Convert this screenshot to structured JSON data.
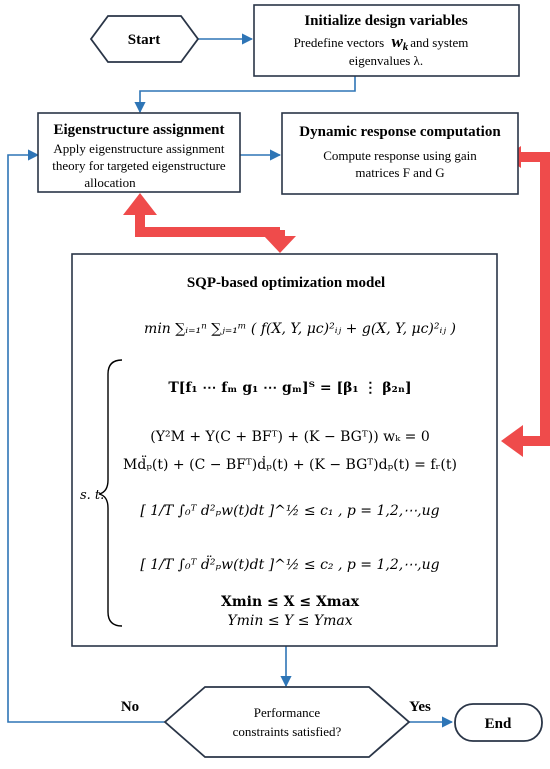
{
  "start": {
    "label": "Start"
  },
  "init": {
    "title": "Initialize design variables",
    "line1": "Predefine vectors",
    "var": "w",
    "sub": "k",
    "line1b": "and system",
    "line2": "eigenvalues λ."
  },
  "eig": {
    "title": "Eigenstructure assignment",
    "lines": [
      "Apply eigenstructure assignment",
      "theory for targeted eigenstructure",
      "allocation"
    ]
  },
  "dyn": {
    "title": "Dynamic response computation",
    "lines": [
      "Compute response using gain",
      "matrices F and G"
    ]
  },
  "sqp": {
    "title": "SQP-based optimization model",
    "objective": "min ∑ᵢ₌₁ⁿ ∑ⱼ₌₁ᵐ ( f(X, Y, μc)²ᵢⱼ + g(X, Y, μc)²ᵢⱼ )",
    "st": "s. t.",
    "c1": "T[f₁ ⋯ fₘ g₁ ⋯ gₘ]ᵀ = [β₁ ⋮ β₂ₙ]",
    "c2": "(Y²M + Y(C + BFᵀ) + (K − BGᵀ)) wₖ = 0",
    "c3": "Md̈ₚ(t) + (C − BFᵀ)ḋₚ(t) + (K − BGᵀ)dₚ(t) = fᵣ(t)",
    "c4": "[ 1/T ∫₀ᵀ d²ₚw(t)dt ]^½ ≤ c₁ , p = 1,2,⋯,ug",
    "c5": "[ 1/T ∫₀ᵀ d̈²ₚw(t)dt ]^½ ≤ c₂ , p = 1,2,⋯,ug",
    "c6": "Xmin ≤ X ≤ Xmax",
    "c7": "Ymin ≤ Y ≤ Ymax"
  },
  "decision": {
    "line1": "Performance",
    "line2": "constraints satisfied?"
  },
  "yes": "Yes",
  "no": "No",
  "end": {
    "label": "End"
  },
  "colors": {
    "arrow": "#2e75b6",
    "feedback": "#ef4b4b",
    "border": "#2a3547"
  }
}
